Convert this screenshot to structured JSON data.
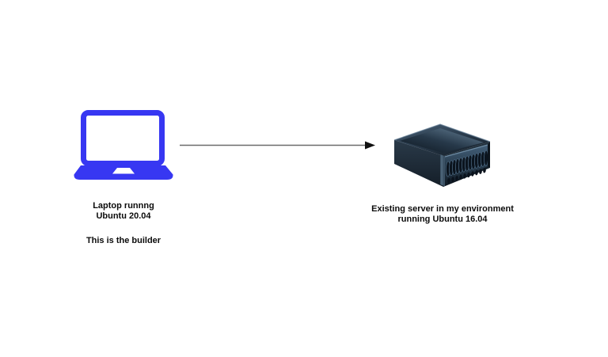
{
  "colors": {
    "canvas-bg": "#ffffff",
    "laptop-blue": "#3737f2",
    "arrow-color": "#6b6b6b",
    "arrowhead-color": "#111111",
    "text-color": "#0b0b0b"
  },
  "diagram": {
    "laptop": {
      "icon": "laptop-icon",
      "label_line1": "Laptop runnng",
      "label_line2": "Ubuntu 20.04",
      "note": "This is the builder"
    },
    "server": {
      "icon": "rack-server-icon",
      "label_line1": "Existing server in my environment",
      "label_line2": "running Ubuntu 16.04"
    },
    "connector": {
      "type": "arrow",
      "from": "laptop",
      "to": "server"
    }
  }
}
